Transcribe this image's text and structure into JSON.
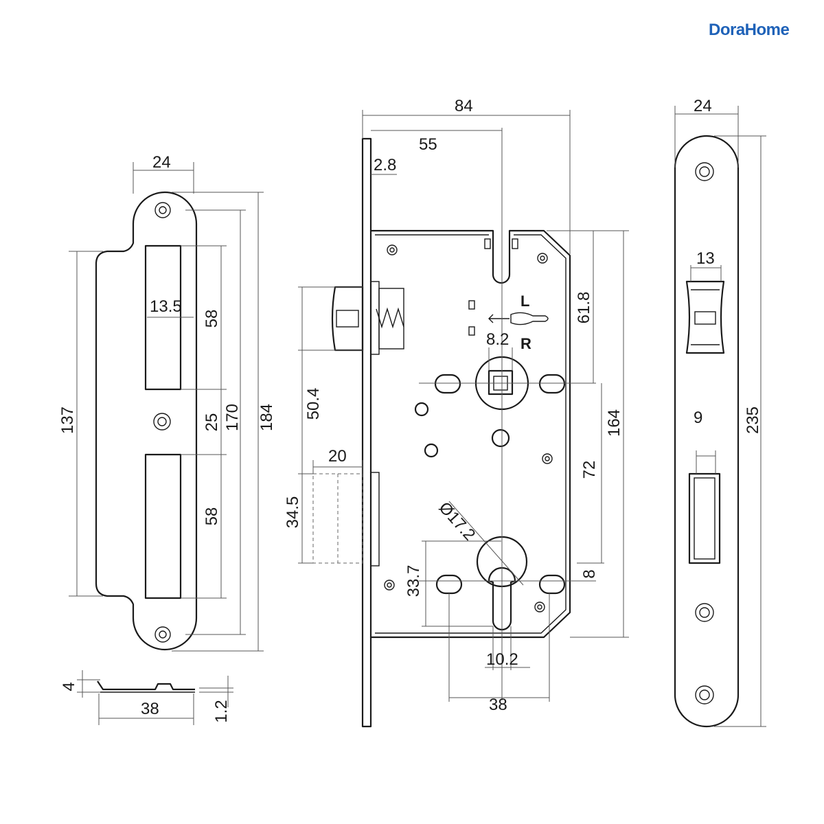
{
  "brand": {
    "name": "DoraHome"
  },
  "strike_plate": {
    "width": "24",
    "slot_width": "13.5",
    "slot_height_top": "58",
    "slot_gap": "25",
    "slot_height_bottom": "58",
    "span_137": "137",
    "span_170": "170",
    "height": "184"
  },
  "strike_section": {
    "lip_height": "4",
    "length": "38",
    "thickness": "1.2"
  },
  "lock_body": {
    "total_depth": "84",
    "backset": "55",
    "faceplate_thickness": "2.8",
    "latch_to_top": "61.8",
    "hand_left": "L",
    "hand_right": "R",
    "spindle_square": "8.2",
    "body_height": "164",
    "latch_to_deadbolt": "50.4",
    "deadbolt_throw": "20",
    "deadbolt_height": "34.5",
    "centre_distance": "72",
    "cylinder_diameter": "Ø17.2",
    "cylinder_offset": "8",
    "cylinder_height": "33.7",
    "cylinder_width": "10.2",
    "cylinder_hole_spacing": "38"
  },
  "faceplate": {
    "width": "24",
    "latch_window_width": "13",
    "deadbolt_window_width": "9",
    "length": "235"
  }
}
